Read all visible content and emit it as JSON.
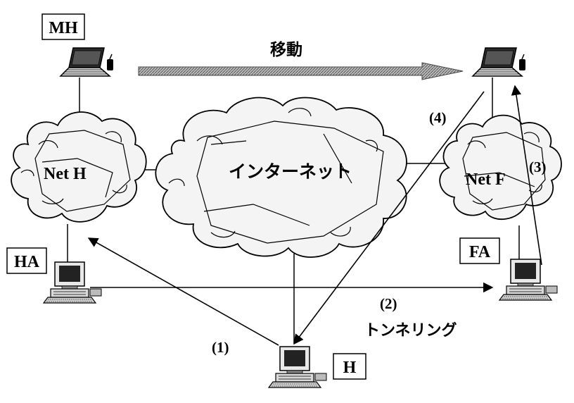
{
  "labels": {
    "mobile_host": "MH",
    "home_agent": "HA",
    "foreign_agent": "FA",
    "correspondent_host": "H",
    "net_home": "Net H",
    "net_foreign": "Net F",
    "internet": "インターネット",
    "movement": "移動",
    "tunneling": "トンネリング"
  },
  "steps": {
    "step1": "(1)",
    "step2": "(2)",
    "step3": "(3)",
    "step4": "(4)"
  }
}
